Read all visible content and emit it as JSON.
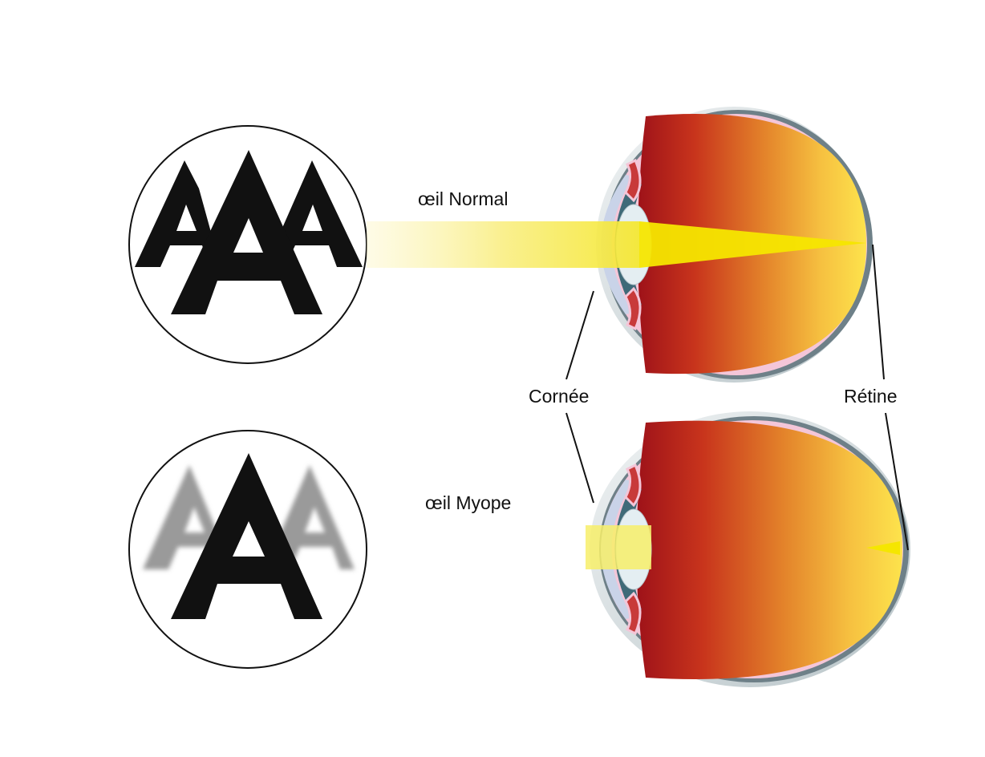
{
  "diagram": {
    "title": "",
    "panels": [
      {
        "id": "normal",
        "label": "œil Normal",
        "view_letters": [
          "A",
          "A",
          "A"
        ],
        "view_state": "sharp",
        "focal_point": "on-retina"
      },
      {
        "id": "myope",
        "label": "œil Myope",
        "view_letters": [
          "A",
          "A",
          "A"
        ],
        "view_state": "side-letters-blurred",
        "focal_point": "before-retina"
      }
    ],
    "callouts": {
      "cornea": "Cornée",
      "retina": "Rétine"
    },
    "colors": {
      "light_beam": "#f7e600",
      "beam_fade": "#fbf3b0",
      "eye_inner_dark": "#a3161c",
      "eye_inner_mid": "#e07a1e",
      "eye_inner_light": "#fde24a",
      "sclera_outer": "#6e8088",
      "choroid_pink": "#f4c6d8",
      "cornea_blue": "#c9d3e8",
      "iris_teal": "#3f6a78",
      "lens": "#e4eef2",
      "letter_sharp": "#111111",
      "letter_blurred": "#9a9a9a"
    }
  }
}
